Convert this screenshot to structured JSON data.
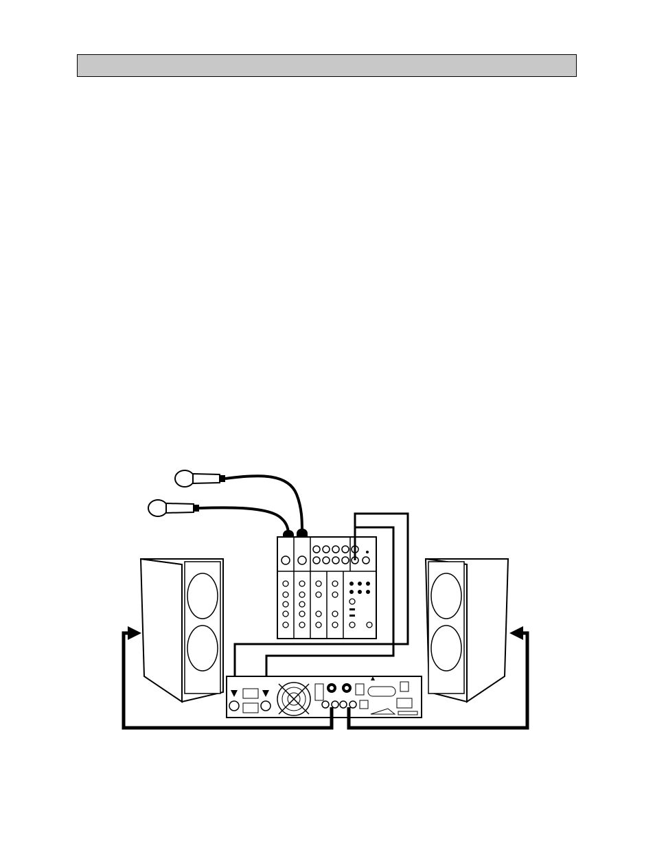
{
  "header": {
    "title": ""
  },
  "colors": {
    "ink": "#000000",
    "paper": "#ffffff",
    "header_fill": "#c8c8c8"
  },
  "diagram": {
    "components": [
      "microphone",
      "microphone",
      "mixer",
      "power-amplifier",
      "speaker",
      "speaker"
    ],
    "amplifier_channels": 2,
    "mixer_mic_inputs": 2
  }
}
